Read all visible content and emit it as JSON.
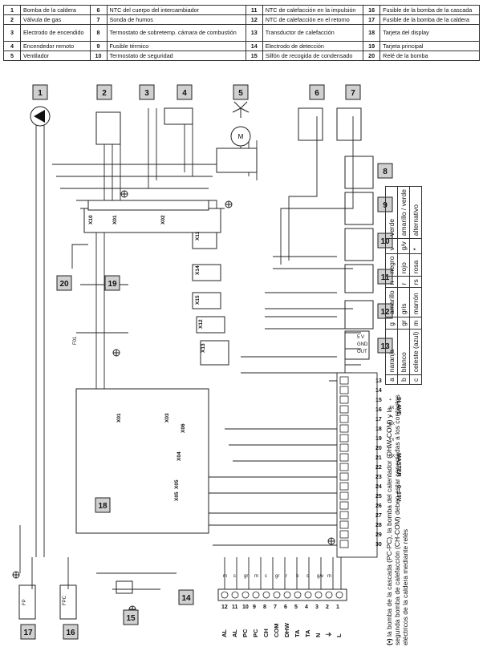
{
  "legend": [
    [
      {
        "n": "1",
        "t": "Bomba de la caldera"
      },
      {
        "n": "6",
        "t": "NTC del cuerpo del intercambiador"
      },
      {
        "n": "11",
        "t": "NTC de calefacción en la impulsión"
      },
      {
        "n": "16",
        "t": "Fusible de la bomba de la cascada"
      }
    ],
    [
      {
        "n": "2",
        "t": "Válvula de gas"
      },
      {
        "n": "7",
        "t": "Sonda de humos"
      },
      {
        "n": "12",
        "t": "NTC de calefacción en el retorno"
      },
      {
        "n": "17",
        "t": "Fusible de la bomba de la caldera"
      }
    ],
    [
      {
        "n": "3",
        "t": "Electrodo de encendido"
      },
      {
        "n": "8",
        "t": "Termostato de sobretemp. cámara de combustión"
      },
      {
        "n": "13",
        "t": "Transductor de calefacción"
      },
      {
        "n": "18",
        "t": "Tarjeta del display"
      }
    ],
    [
      {
        "n": "4",
        "t": "Encendedor remoto"
      },
      {
        "n": "9",
        "t": "Fusible térmico"
      },
      {
        "n": "14",
        "t": "Electrodo de detección"
      },
      {
        "n": "19",
        "t": "Tarjeta principal"
      }
    ],
    [
      {
        "n": "5",
        "t": "Ventilador"
      },
      {
        "n": "10",
        "t": "Termostato de seguridad"
      },
      {
        "n": "15",
        "t": "Silfón de recogida de condensado"
      },
      {
        "n": "20",
        "t": "Relé de la bomba"
      }
    ]
  ],
  "badges": [
    "1",
    "2",
    "3",
    "4",
    "5",
    "6",
    "7",
    "8",
    "9",
    "10",
    "11",
    "12",
    "13",
    "14",
    "15",
    "16",
    "17",
    "18",
    "19",
    "20"
  ],
  "connectors": [
    "X10",
    "X01",
    "X02",
    "X11",
    "X14",
    "X15",
    "X12",
    "X13",
    "X01",
    "X03",
    "X06",
    "X05",
    "X04",
    "X05"
  ],
  "fuse_labels": [
    "F01",
    "FP",
    "FPC"
  ],
  "terminals": {
    "numbers": [
      "12",
      "11",
      "10",
      "9",
      "8",
      "7",
      "6",
      "5",
      "4",
      "3",
      "2",
      "1"
    ],
    "labels": [
      "AL",
      "AL",
      "PC",
      "PC",
      "CH",
      "COM",
      "DHW",
      "TA",
      "TA",
      "N",
      "⏚",
      "L"
    ],
    "wires": [
      "m",
      "c",
      "gr",
      "m",
      "c",
      "gr",
      "r",
      "b",
      "c",
      "g/v",
      "m"
    ]
  },
  "right_strip": {
    "numbers": [
      "13",
      "14",
      "15",
      "16",
      "17",
      "18",
      "19",
      "20",
      "21",
      "22",
      "23",
      "24",
      "25",
      "26",
      "27",
      "28",
      "29",
      "30"
    ],
    "slave": "SLAVE",
    "master": "MASTER",
    "range": "0~10V",
    "tx_rx": [
      "+",
      "TX",
      "+",
      "RX",
      "+",
      "TX",
      "+",
      "RX"
    ]
  },
  "transducer_pins": [
    "5 V",
    "GND",
    "OUT"
  ],
  "note": {
    "marker": "(•)",
    "text": "la bomba de la cascada (PC-PC), la bomba del calentador (DHW-COM) y la segunda bomba de calefacción (CH-COM) deben estar conectadas a los contactos eléctricos de la caldera mediante relés"
  },
  "colors_table": [
    [
      {
        "k": "a",
        "v": "naranja"
      },
      {
        "k": "g",
        "v": "amarillo"
      },
      {
        "k": "n",
        "v": "negro"
      },
      {
        "k": "v",
        "v": "verde"
      }
    ],
    [
      {
        "k": "b",
        "v": "blanco"
      },
      {
        "k": "gr",
        "v": "gris"
      },
      {
        "k": "r",
        "v": "rojo"
      },
      {
        "k": "g/v",
        "v": "amarillo / verde"
      }
    ],
    [
      {
        "k": "c",
        "v": "celeste (azul)"
      },
      {
        "k": "m",
        "v": "marrón"
      },
      {
        "k": "rs",
        "v": "rosa"
      },
      {
        "k": "*",
        "v": "alternativo"
      }
    ]
  ]
}
